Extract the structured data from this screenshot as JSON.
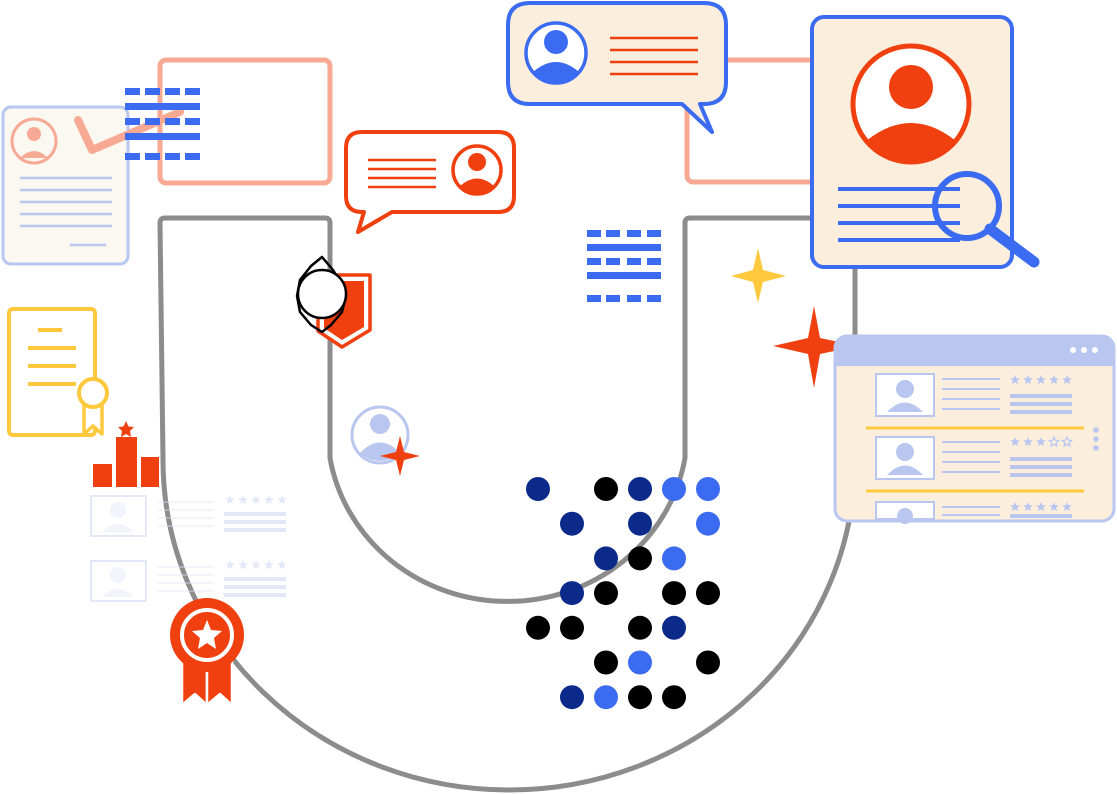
{
  "palette": {
    "orange": "#F0400F",
    "salmon": "#F8A994",
    "blue": "#3A6BF0",
    "navy": "#0B2A8A",
    "black": "#000000",
    "gray": "#8C8C8C",
    "cream": "#FBEEDD",
    "light_blue": "#B8C6F0",
    "pale_blue": "#DDE4F7",
    "yellow": "#FFC83D",
    "white": "#FFFFFF"
  },
  "icons": [
    "magnet-outline",
    "resume-check-card-icon",
    "profile-card-frame",
    "chat-bubble-profile-icon",
    "resume-search-icon",
    "certificate-icon",
    "bar-chart-icon",
    "shield-badge-icon",
    "award-ribbon-icon",
    "candidate-listing-window-icon",
    "sparkle-icon",
    "dot-matrix-pattern",
    "striped-pattern"
  ],
  "dot_matrix": {
    "rows": [
      [
        "navy",
        null,
        "black",
        "navy",
        "blue",
        "blue"
      ],
      [
        null,
        "navy",
        null,
        "navy",
        null,
        "blue"
      ],
      [
        null,
        null,
        "navy",
        "black",
        "blue",
        null
      ],
      [
        null,
        "navy",
        "black",
        null,
        "black",
        "black"
      ],
      [
        "black",
        "black",
        null,
        "black",
        "navy",
        null
      ],
      [
        null,
        null,
        "black",
        "blue",
        null,
        "black"
      ],
      [
        null,
        "navy",
        "blue",
        "black",
        "black",
        null
      ]
    ]
  },
  "listing_window": {
    "rows": [
      {
        "stars_filled": 5
      },
      {
        "stars_filled": 3
      },
      {
        "stars_filled": 5
      }
    ]
  },
  "ghost_rows": [
    {
      "stars_filled": 5
    },
    {
      "stars_filled": 5
    }
  ]
}
